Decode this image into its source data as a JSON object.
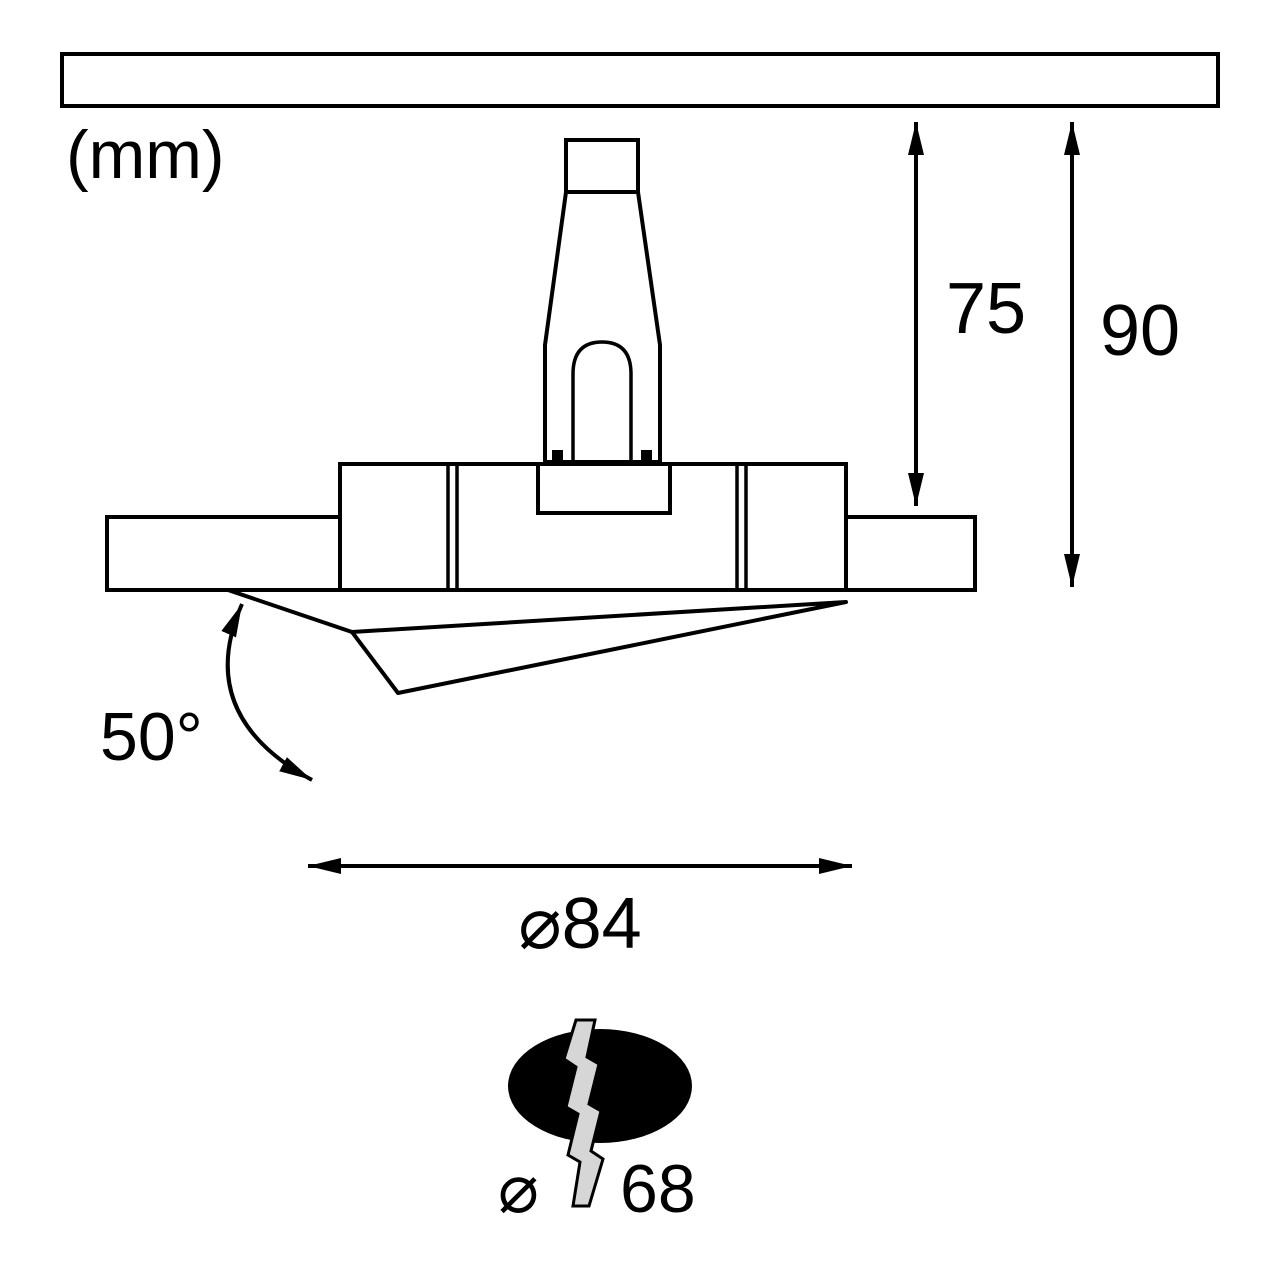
{
  "diagram": {
    "unit_label": "(mm)",
    "dimensions": {
      "recess_depth": "75",
      "total_depth": "90",
      "tilt_angle": "50°",
      "outer_diameter": "⌀84",
      "cutout_prefix": "⌀",
      "cutout_diameter": "68"
    },
    "colors": {
      "panel_gray": "#b3b3b3",
      "flange_gray": "#a3a3a3",
      "bolt_gray": "#d6d6d6",
      "hole_black": "#000000",
      "line_black": "#000000"
    }
  }
}
